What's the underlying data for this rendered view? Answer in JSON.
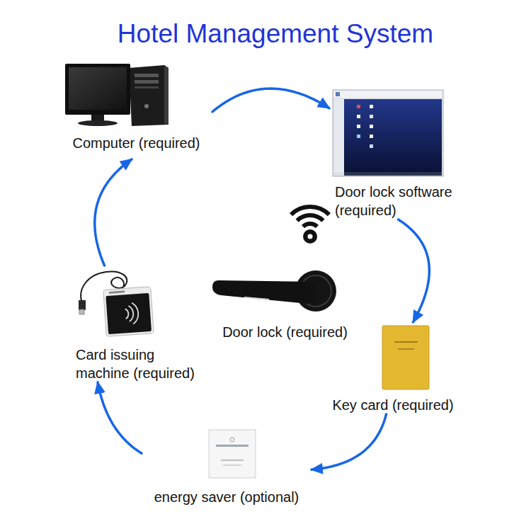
{
  "diagram": {
    "title": "Hotel Management System",
    "nodes": [
      {
        "text": [
          "Computer (required)"
        ]
      },
      {
        "text": [
          "Door lock software (required)"
        ]
      },
      {
        "text": [
          "Door lock (required)"
        ]
      },
      {
        "text": [
          "Card issuing machine (required)"
        ]
      },
      {
        "text": [
          "Key card (required)"
        ]
      },
      {
        "text": [
          "energy saver (optional)"
        ]
      }
    ],
    "edges": [
      {
        "from": 0,
        "to": 1,
        "arrow": "to"
      },
      {
        "from": 1,
        "to": 4,
        "arrow": "to"
      },
      {
        "from": 4,
        "to": 5,
        "arrow": "to"
      },
      {
        "from": 5,
        "to": 3,
        "arrow": "to"
      },
      {
        "from": 3,
        "to": 0,
        "arrow": "to"
      }
    ]
  }
}
